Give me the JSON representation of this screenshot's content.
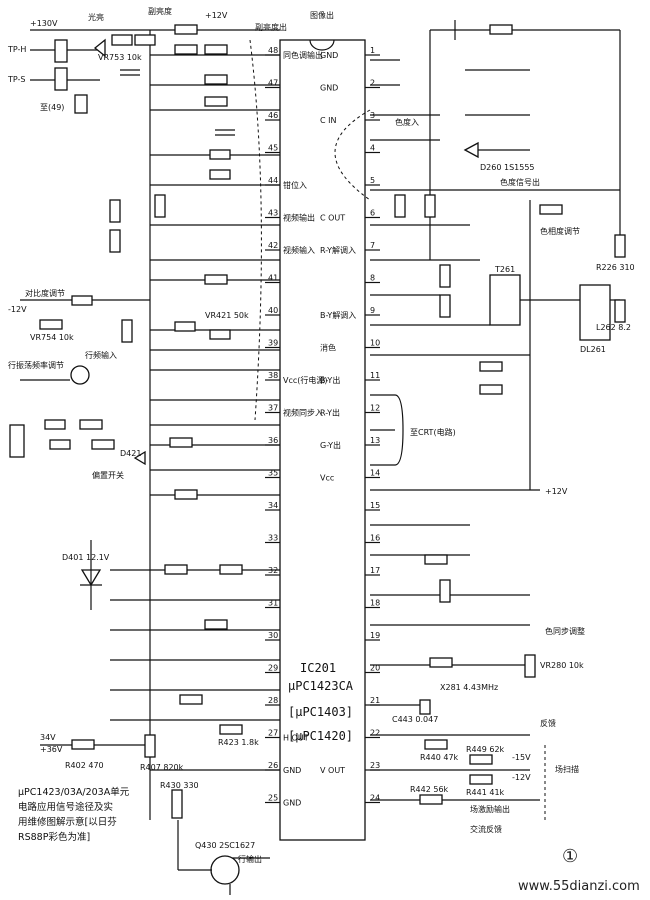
{
  "ic": {
    "ref": "IC201",
    "part": "μPC1423CA",
    "alt1": "[μPC1403]",
    "alt2": "[μPC1420]",
    "pins_left": [
      {
        "n": "48",
        "label": "同色调输出"
      },
      {
        "n": "47",
        "label": ""
      },
      {
        "n": "46",
        "label": ""
      },
      {
        "n": "45",
        "label": ""
      },
      {
        "n": "44",
        "label": "钳位入"
      },
      {
        "n": "43",
        "label": "视频输出"
      },
      {
        "n": "42",
        "label": "视频输入"
      },
      {
        "n": "41",
        "label": ""
      },
      {
        "n": "40",
        "label": ""
      },
      {
        "n": "39",
        "label": ""
      },
      {
        "n": "38",
        "label": "Vcc(行电源)"
      },
      {
        "n": "37",
        "label": "视频同步入"
      },
      {
        "n": "36",
        "label": ""
      },
      {
        "n": "35",
        "label": ""
      },
      {
        "n": "34",
        "label": ""
      },
      {
        "n": "33",
        "label": ""
      },
      {
        "n": "32",
        "label": ""
      },
      {
        "n": "31",
        "label": ""
      },
      {
        "n": "30",
        "label": ""
      },
      {
        "n": "29",
        "label": ""
      },
      {
        "n": "28",
        "label": ""
      },
      {
        "n": "27",
        "label": "H OUT"
      },
      {
        "n": "26",
        "label": "GND"
      },
      {
        "n": "25",
        "label": "GND"
      }
    ],
    "pins_right": [
      {
        "n": "1",
        "label": "GND"
      },
      {
        "n": "2",
        "label": "GND"
      },
      {
        "n": "3",
        "label": "C IN"
      },
      {
        "n": "4",
        "label": ""
      },
      {
        "n": "5",
        "label": ""
      },
      {
        "n": "6",
        "label": "C OUT"
      },
      {
        "n": "7",
        "label": "R-Y解调入"
      },
      {
        "n": "8",
        "label": ""
      },
      {
        "n": "9",
        "label": "B-Y解调入"
      },
      {
        "n": "10",
        "label": "消色"
      },
      {
        "n": "11",
        "label": "B-Y出"
      },
      {
        "n": "12",
        "label": "R-Y出"
      },
      {
        "n": "13",
        "label": "G-Y出"
      },
      {
        "n": "14",
        "label": "Vcc"
      },
      {
        "n": "15",
        "label": ""
      },
      {
        "n": "16",
        "label": ""
      },
      {
        "n": "17",
        "label": ""
      },
      {
        "n": "18",
        "label": ""
      },
      {
        "n": "19",
        "label": ""
      },
      {
        "n": "20",
        "label": ""
      },
      {
        "n": "21",
        "label": ""
      },
      {
        "n": "22",
        "label": ""
      },
      {
        "n": "23",
        "label": "V OUT"
      },
      {
        "n": "24",
        "label": ""
      }
    ]
  },
  "labels": {
    "plus130v": "+130V",
    "tp_h": "TP-H",
    "tp_s": "TP-S",
    "brightness": "光亮",
    "contrast_limit": "副亮度",
    "plus12v_top": "+12V",
    "pic_out": "图像出",
    "sub_bright": "副亮度出",
    "chroma_in": "色度入",
    "color_sync_out": "色度信号出",
    "tint_adj": "色相度调节",
    "contrast_adj": "对比度调节",
    "minus12v": "-12V",
    "sync_sep": "行振荡频率调节",
    "h_sync_in": "行频输入",
    "g_y_matrix": "至CRT(电路)",
    "plus12v_mid": "+12V",
    "color_sync_adj": "色同步调整",
    "fly_back": "反馈",
    "minus15v": "-15V",
    "minus12v_b": "-12V",
    "v_amp": "场扫描",
    "v_drive_out": "场激励输出",
    "ac_feedback": "交流反馈",
    "h_out_drv": "行输出",
    "plus34v": "34V",
    "plus36v": "+36V",
    "zero_v": "至(49)",
    "r_bias": "偏置开关"
  },
  "parts": {
    "d401": "D401 12.1V",
    "x281": "X281 4.43MHz",
    "q430": "Q430 2SC1627",
    "dl261": "DL261",
    "vr280": "VR280 10k",
    "vr754": "VR754 10k",
    "vr753": "VR753 10k",
    "vr421": "VR421 50k",
    "r226": "R226 310",
    "l262": "L262 8.2",
    "d260": "D260 1S1555",
    "d421": "D421",
    "t261": "T261",
    "r430": "R430 330",
    "r402": "R402 470",
    "r407": "R407 820k",
    "r423": "R423 1.8k",
    "r442": "R442 56k",
    "r440": "R440 47k",
    "r449": "R449 62k",
    "r441": "R441 41k",
    "c443": "C443 0.047"
  },
  "caption": {
    "line1": "μPC1423/03A/203A单元",
    "line2": "电路应用信号途径及实",
    "line3": "用维修图解示意[以日芬",
    "line4": "RS88P彩色为准]"
  },
  "page_mark": "①",
  "watermark": "www.55dianzi.com"
}
